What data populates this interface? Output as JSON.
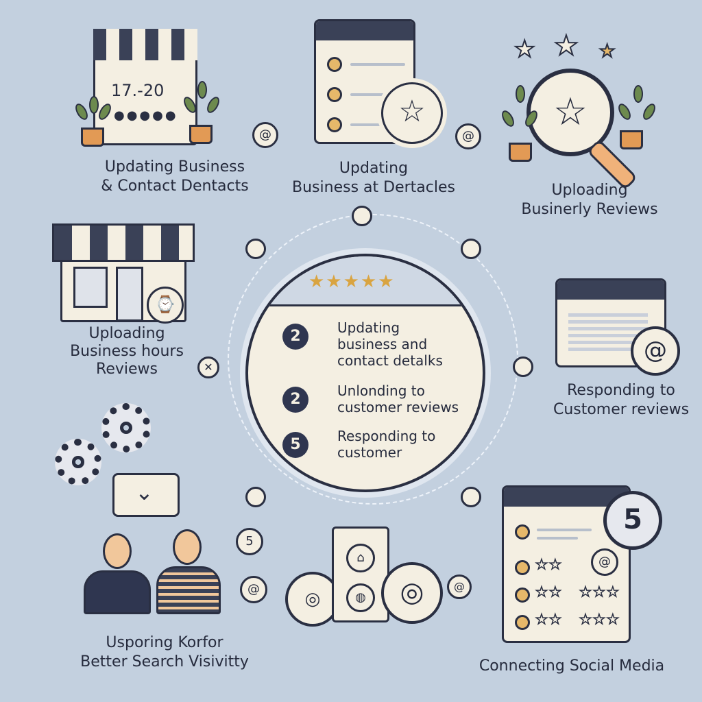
{
  "captions": {
    "top_left": [
      "Updating Business",
      "& Contact Dentacts"
    ],
    "top_center": [
      "Updating",
      "Business at Dertacles"
    ],
    "top_right": [
      "Uploading",
      "Businerly Reviews"
    ],
    "mid_left": [
      "Uploading",
      "Business hours",
      "Reviews"
    ],
    "mid_right": [
      "Responding to",
      "Customer reviews"
    ],
    "bottom_left": [
      "Usporing Korfor",
      "Better Search Visivitty"
    ],
    "bottom_right": "Connecting Social Media"
  },
  "storefront_sign": {
    "hours": "17.-20"
  },
  "center": {
    "stars": "★★★★★",
    "steps": [
      {
        "badge": "2",
        "lines": [
          "Updating",
          "business and",
          "contact detalks"
        ]
      },
      {
        "badge": "2",
        "lines": [
          "Unlonding to",
          "customer reviews"
        ]
      },
      {
        "badge": "5",
        "lines": [
          "Responding to",
          "customer"
        ]
      }
    ]
  },
  "social_badge": "5",
  "review_rows_stars": [
    "★★",
    "★★★",
    "★★★"
  ],
  "colors": {
    "background": "#c3d0df",
    "panel": "#f4efe2",
    "ink": "#2a2f42",
    "accent": "#e29a55",
    "star": "#d9a441"
  }
}
